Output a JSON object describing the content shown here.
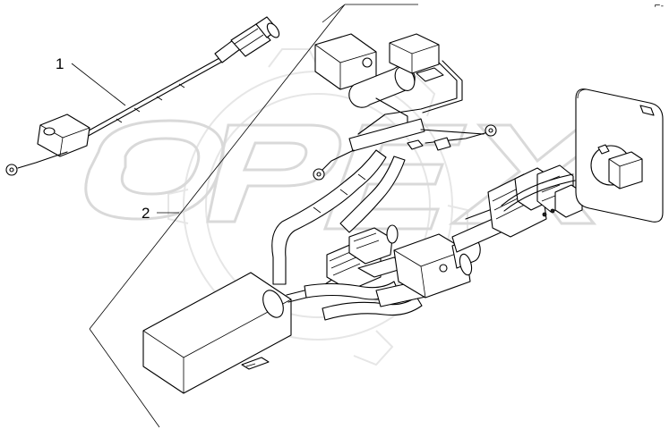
{
  "labels": {
    "part_1": "1",
    "part_2": "2"
  },
  "watermark": {
    "text": "OPEX",
    "color": "#d9d9d9"
  },
  "corner_mark": "⌐-"
}
